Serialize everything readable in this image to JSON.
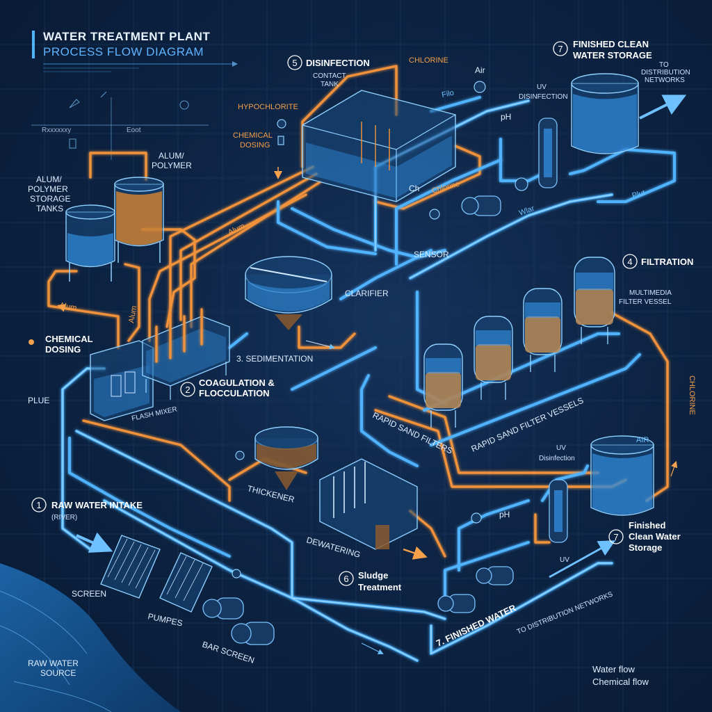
{
  "title": {
    "line1": "WATER TREATMENT PLANT",
    "line2": "PROCESS FLOW DIAGRAM"
  },
  "header_notes": {
    "left": "Rxxxxxxy",
    "right": "Eoot"
  },
  "stages": {
    "s1": {
      "num": "1",
      "label": "RAW WATER INTAKE",
      "sub": "(RIVER)"
    },
    "s2": {
      "num": "2",
      "label_a": "COAGULATION &",
      "label_b": "FLOCCULATION"
    },
    "s3": {
      "label": "3. SEDIMENTATION"
    },
    "s4": {
      "num": "4",
      "label": "FILTRATION"
    },
    "s5": {
      "num": "5",
      "label": "DISINFECTION",
      "sub_a": "CONTACT",
      "sub_b": "TANK"
    },
    "s6": {
      "num": "6",
      "label_a": "Sludge",
      "label_b": "Treatment"
    },
    "s7top": {
      "num": "7",
      "label_a": "FINISHED CLEAN",
      "label_b": "WATER STORAGE"
    },
    "s7bottom": {
      "num": "7",
      "label_a": "Finished",
      "label_b": "Clean Water",
      "label_c": "Storage"
    },
    "s7flow": {
      "label": "7. FINISHED WATER"
    }
  },
  "labels": {
    "raw_water_source_a": "RAW WATER",
    "raw_water_source_b": "SOURCE",
    "screen": "SCREEN",
    "pumpes": "PUMPES",
    "bar_screen": "BAR SCREEN",
    "plue": "PLUE",
    "chemical_dosing_a": "CHEMICAL",
    "chemical_dosing_b": "DOSING",
    "flash_mixer": "FLASH MIXER",
    "alum_polymer_storage_a": "ALUM/",
    "alum_polymer_storage_b": "POLYMER",
    "alum_polymer_storage_c": "STORAGE",
    "alum_polymer_storage_d": "TANKS",
    "alum_polymer_a": "ALUM/",
    "alum_polymer_b": "POLYMER",
    "alum_1": "Alum",
    "alum_2": "Alum",
    "alum_3": "Alum",
    "hypochlorite": "HYPOCHLORITE",
    "chem_dosing_top_a": "CHEMICAL",
    "chem_dosing_top_b": "DOSING",
    "chlorine_top": "CHLORINE",
    "air_top": "Air",
    "filo": "Filo",
    "ch_symbol": "Ch",
    "chlorine_mid": "Chlorine",
    "clarifier": "CLARIFIER",
    "sensor": "SENSOR",
    "uv_disinfection_top_a": "UV",
    "uv_disinfection_top_b": "DISINFECTION",
    "ph_top": "pH",
    "to_distribution_top_a": "TO",
    "to_distribution_top_b": "DISTRIBUTION",
    "to_distribution_top_c": "NETWORKS",
    "plut": "Plut",
    "wlar": "Wlar",
    "multimedia_a": "MULTIMEDIA",
    "multimedia_b": "FILTER VESSEL",
    "rapid_sand_filters": "RAPID SAND FILTERS",
    "rapid_sand_filter_vessels": "RAPID SAND FILTER VESSELS",
    "chlorine_right": "CHLORINE",
    "air_right": "AIR",
    "uv_disinfection_bottom_a": "UV",
    "uv_disinfection_bottom_b": "Disinfection",
    "ph_bottom": "pH",
    "uv_bottom": "UV",
    "thickener": "THICKENER",
    "dewatering": "DEWATERING",
    "to_distribution_bottom": "TO DISTRIBUTION NETWORKS"
  },
  "legend": {
    "water": "Water flow",
    "chemical": "Chemical flow"
  },
  "colors": {
    "water_flow": "#4fb3ff",
    "chemical_flow": "#f0923a",
    "background": "#0d2444"
  }
}
